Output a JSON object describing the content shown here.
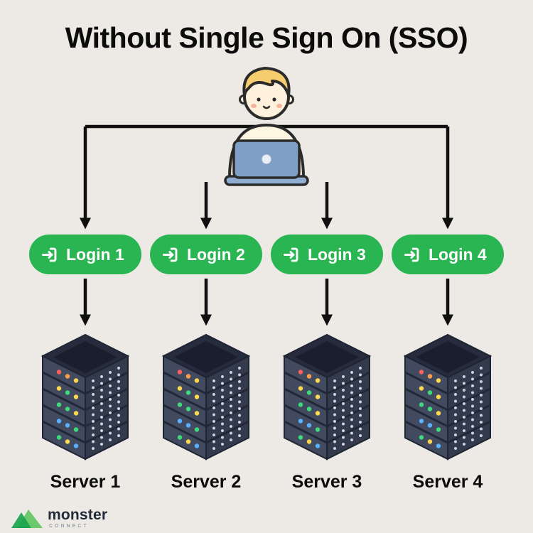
{
  "title": "Without Single Sign On (SSO)",
  "logins": [
    {
      "label": "Login 1"
    },
    {
      "label": "Login 2"
    },
    {
      "label": "Login 3"
    },
    {
      "label": "Login 4"
    }
  ],
  "servers": [
    {
      "label": "Server 1"
    },
    {
      "label": "Server 2"
    },
    {
      "label": "Server 3"
    },
    {
      "label": "Server 4"
    }
  ],
  "logo": {
    "brand": "monster",
    "tagline": "CONNECT"
  },
  "icons": {
    "login": "login-enter-icon",
    "logo": "mountain-peaks-icon"
  },
  "colors": {
    "background": "#edeae6",
    "accent_green": "#29b551",
    "arrow": "#101010",
    "text": "#0c0c0c",
    "server_left_face": "#414a5e",
    "server_right_face": "#333a4c",
    "server_top_face": "#262c3d"
  }
}
